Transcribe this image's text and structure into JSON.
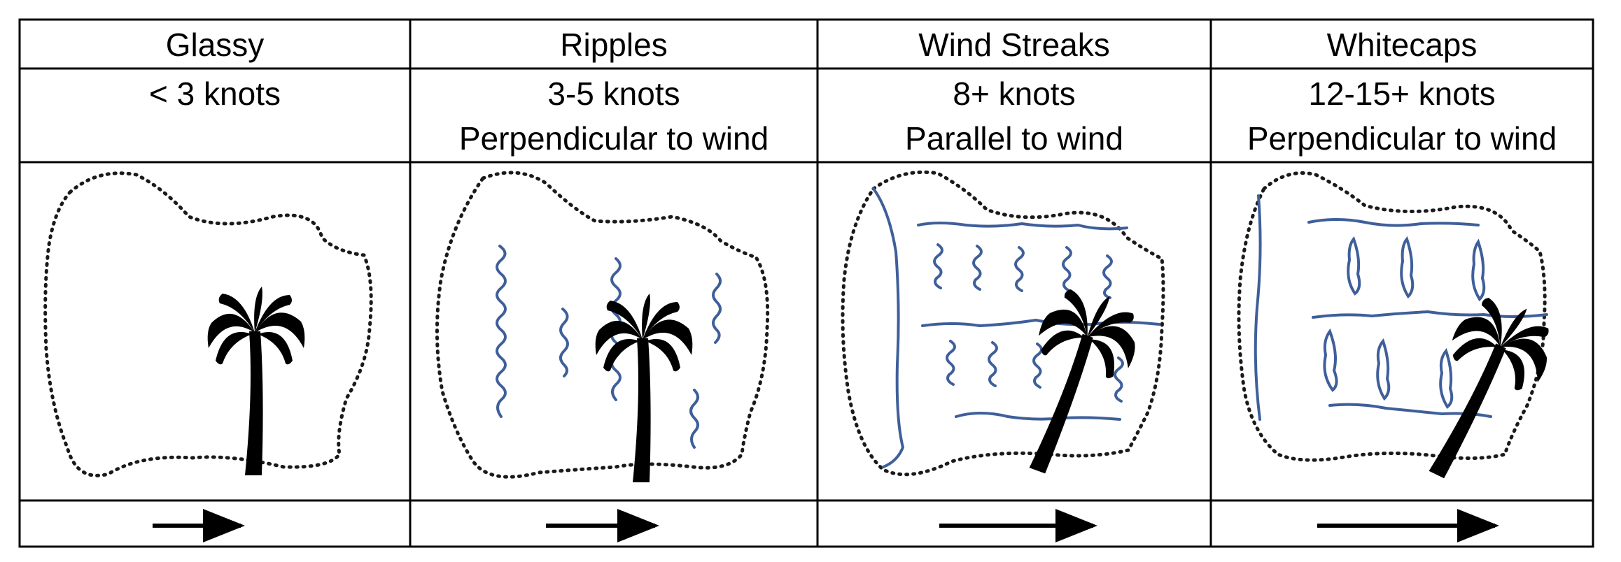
{
  "columns": [
    {
      "title": "Glassy",
      "speed": "< 3 knots",
      "direction": ""
    },
    {
      "title": "Ripples",
      "speed": "3-5 knots",
      "direction": "Perpendicular to wind"
    },
    {
      "title": "Wind Streaks",
      "speed": "8+ knots",
      "direction": "Parallel to wind"
    },
    {
      "title": "Whitecaps",
      "speed": "12-15+ knots",
      "direction": "Perpendicular to wind"
    }
  ],
  "colors": {
    "grid": "#000000",
    "water_marks": "#3f5f9a",
    "shoreline": "#1a1a1a",
    "palm": "#000000"
  },
  "icons": {
    "shoreline": "dotted-lake-outline",
    "tree": "palm-tree-icon",
    "wind": "wind-direction-arrow-icon"
  }
}
